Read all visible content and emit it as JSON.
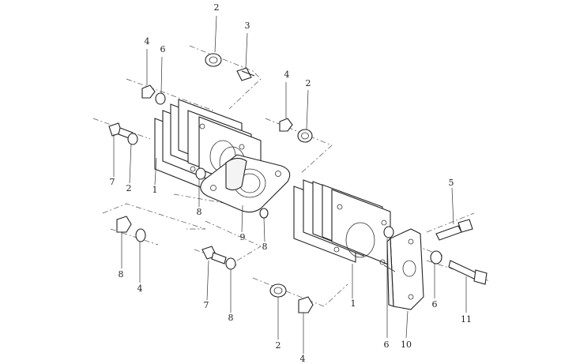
{
  "diagram": {
    "background": "#ffffff",
    "line_color": "#222222",
    "callouts": [
      {
        "id": "c-2-top",
        "text": "2"
      },
      {
        "id": "c-3-top",
        "text": "3"
      },
      {
        "id": "c-4-left",
        "text": "4"
      },
      {
        "id": "c-6-left",
        "text": "6"
      },
      {
        "id": "c-4-mid",
        "text": "4"
      },
      {
        "id": "c-2-mid",
        "text": "2"
      },
      {
        "id": "c-7-left",
        "text": "7"
      },
      {
        "id": "c-2-left",
        "text": "2"
      },
      {
        "id": "c-1-left",
        "text": "1"
      },
      {
        "id": "c-8-left",
        "text": "8"
      },
      {
        "id": "c-9",
        "text": "9"
      },
      {
        "id": "c-8-mid",
        "text": "8"
      },
      {
        "id": "c-8-bl",
        "text": "8"
      },
      {
        "id": "c-4-bl",
        "text": "4"
      },
      {
        "id": "c-7-bot",
        "text": "7"
      },
      {
        "id": "c-8-bot",
        "text": "8"
      },
      {
        "id": "c-2-bot",
        "text": "2"
      },
      {
        "id": "c-4-bot",
        "text": "4"
      },
      {
        "id": "c-1-right",
        "text": "1"
      },
      {
        "id": "c-6-right",
        "text": "6"
      },
      {
        "id": "c-10",
        "text": "10"
      },
      {
        "id": "c-5",
        "text": "5"
      },
      {
        "id": "c-6-far",
        "text": "6"
      },
      {
        "id": "c-11",
        "text": "11"
      }
    ]
  }
}
